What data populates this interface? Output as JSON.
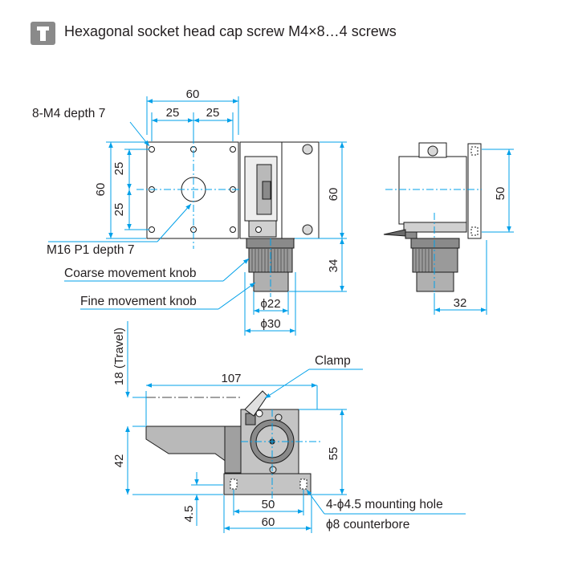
{
  "header": {
    "icon": "screw-icon",
    "text": "Hexagonal socket head cap screw M4×8…4 screws"
  },
  "colors": {
    "dimension_lines": "#00a0e9",
    "part_body": "#b9b9b9",
    "part_dark": "#4a4a4a",
    "icon_background": "#8a8a8a"
  },
  "top_view": {
    "dim_width": "60",
    "dim_half_left": "25",
    "dim_half_right": "25",
    "dim_height": "60",
    "dim_v_upper": "25",
    "dim_v_lower": "25",
    "dim_side_height": "60",
    "dim_knob_length": "34",
    "dim_fine_knob_dia": "ϕ22",
    "dim_coarse_knob_dia": "ϕ30",
    "label_tapped_holes": "8-M4 depth 7",
    "label_center_thread": "M16 P1 depth 7",
    "label_coarse_knob": "Coarse movement knob",
    "label_fine_knob": "Fine movement knob"
  },
  "side_view": {
    "dim_height": "50",
    "dim_width": "32"
  },
  "front_view": {
    "dim_length": "107",
    "dim_travel": "18 (Travel)",
    "dim_table_height": "42",
    "dim_overall_height": "55",
    "dim_base_thickness": "4.5",
    "dim_hole_pitch": "50",
    "dim_base_width": "60",
    "label_clamp": "Clamp",
    "label_mounting_hole": "4-ϕ4.5 mounting hole",
    "label_counterbore": "ϕ8 counterbore"
  }
}
